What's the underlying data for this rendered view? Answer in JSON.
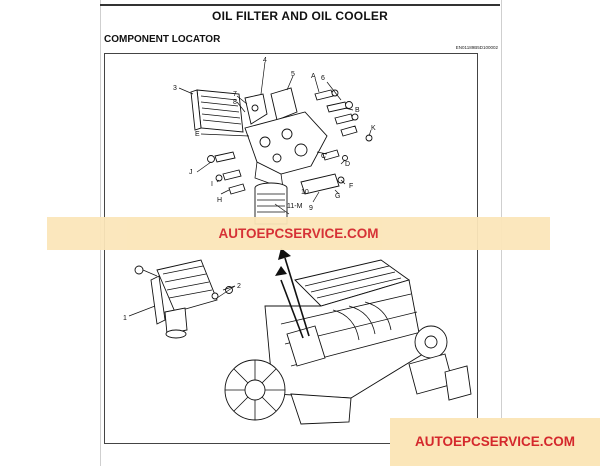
{
  "document": {
    "title": "OIL FILTER AND OIL COOLER",
    "section": "COMPONENT LOCATOR",
    "code": "EN01189B5D100002"
  },
  "callouts": {
    "upper": [
      "3",
      "4",
      "5",
      "6",
      "A",
      "B",
      "7",
      "8",
      "E",
      "K",
      "C",
      "D",
      "J",
      "I",
      "H",
      "F",
      "G",
      "9",
      "10",
      "11-M"
    ],
    "lower": [
      "1",
      "2"
    ]
  },
  "watermarks": {
    "banner": "AUTOEPCSERVICE.COM",
    "corner": "AUTOEPCSERVICE.COM"
  },
  "colors": {
    "watermark_bg": "#fbe6b9",
    "watermark_text": "#d4282c"
  }
}
